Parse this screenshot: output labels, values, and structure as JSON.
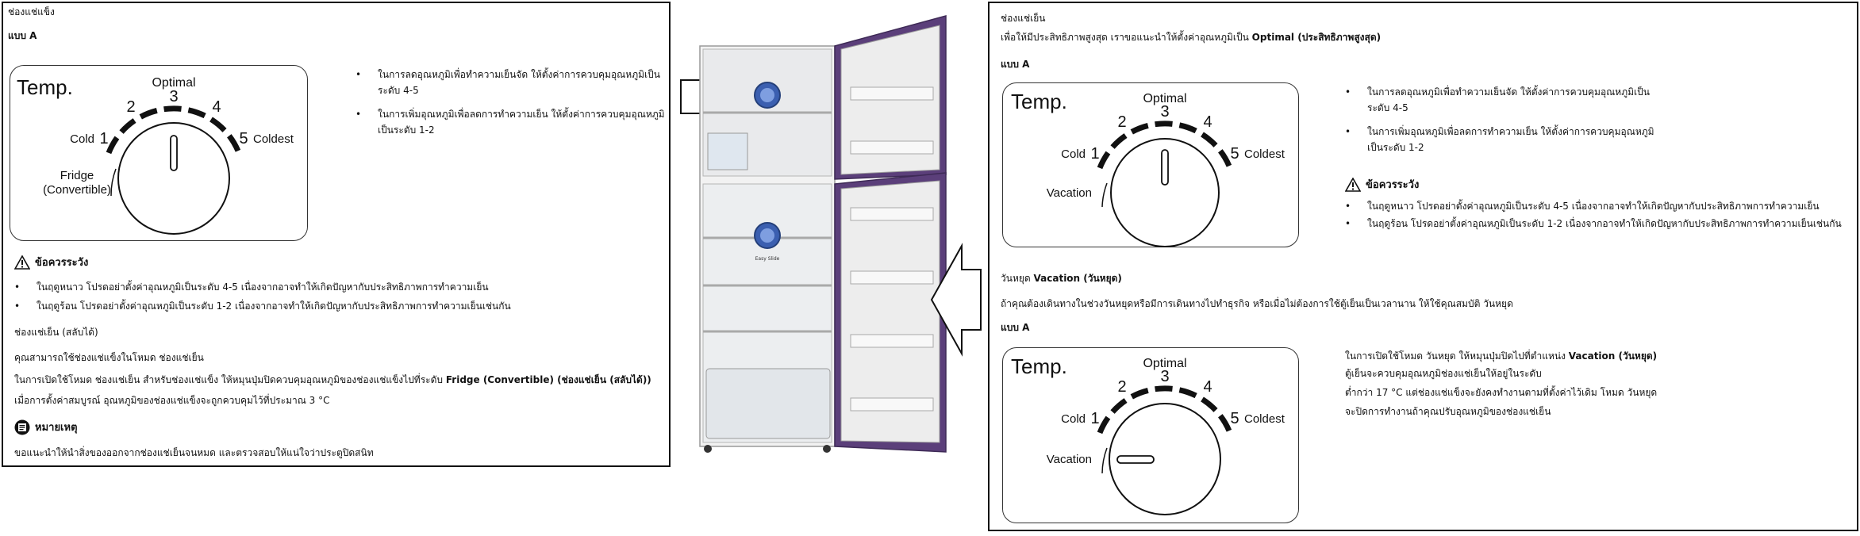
{
  "left": {
    "section_title": "ช่องแช่แข็ง",
    "model_label": "แบบ A",
    "dial": {
      "title": "Temp.",
      "optimal": "Optimal",
      "n1": "1",
      "n2": "2",
      "n3": "3",
      "n4": "4",
      "n5": "5",
      "cold": "Cold",
      "coldest": "Coldest",
      "mode_line1": "Fridge",
      "mode_line2": "(Convertible)"
    },
    "bullets": [
      {
        "line1": "ในการลดอุณหภูมิเพื่อทำความเย็นจัด ให้ตั้งค่าการควบคุมอุณหภูมิเป็น",
        "line2": "ระดับ 4-5"
      },
      {
        "line1": "ในการเพิ่มอุณหภูมิเพื่อลดการทำความเย็น ให้ตั้งค่าการควบคุมอุณหภูมิ",
        "line2": "เป็นระดับ 1-2"
      }
    ],
    "caution_title": "ข้อควรระวัง",
    "caution": [
      "ในฤดูหนาว โปรดอย่าตั้งค่าอุณหภูมิเป็นระดับ 4-5 เนื่องจากอาจทำให้เกิดปัญหากับประสิทธิภาพการทำความเย็น",
      "ในฤดูร้อน โปรดอย่าตั้งค่าอุณหภูมิเป็นระดับ 1-2 เนื่องจากอาจทำให้เกิดปัญหากับประสิทธิภาพการทำความเย็นเช่นกัน"
    ],
    "convertible_title": "ช่องแช่เย็น (สลับได้)",
    "convertible_line1": "คุณสามารถใช้ช่องแช่แข็งในโหมด ช่องแช่เย็น",
    "convertible_line2_a": "ในการเปิดใช้โหมด ช่องแช่เย็น สำหรับช่องแช่แข็ง ให้หมุนปุ่มปิดควบคุมอุณหภูมิของช่องแช่แข็งไปที่ระดับ",
    "convertible_line2_b": "Fridge (Convertible) (ช่องแช่เย็น (สลับได้))",
    "convertible_line3": "เมื่อการตั้งค่าสมบูรณ์ อุณหภูมิของช่องแช่แข็งจะถูกควบคุมไว้ที่ประมาณ 3 °C",
    "note_title": "หมายเหตุ",
    "note_text": "ขอแนะนำให้นำสิ่งของออกจากช่องแช่เย็นจนหมด และตรวจสอบให้แน่ใจว่าประตูปิดสนิท"
  },
  "right": {
    "section_title": "ช่องแช่เย็น",
    "intro_a": "เพื่อให้มีประสิทธิภาพสูงสุด เราขอแนะนำให้ตั้งค่าอุณหภูมิเป็น",
    "intro_b": "Optimal (ประสิทธิภาพสูงสุด)",
    "model_label": "แบบ A",
    "dial": {
      "title": "Temp.",
      "optimal": "Optimal",
      "n1": "1",
      "n2": "2",
      "n3": "3",
      "n4": "4",
      "n5": "5",
      "cold": "Cold",
      "coldest": "Coldest",
      "mode": "Vacation"
    },
    "bullets": [
      {
        "line1": "ในการลดอุณหภูมิเพื่อทำความเย็นจัด ให้ตั้งค่าการควบคุมอุณหภูมิเป็น",
        "line2": "ระดับ 4-5"
      },
      {
        "line1": "ในการเพิ่มอุณหภูมิเพื่อลดการทำความเย็น ให้ตั้งค่าการควบคุมอุณหภูมิ",
        "line2": "เป็นระดับ 1-2"
      }
    ],
    "caution_title": "ข้อควรระวัง",
    "caution": [
      "ในฤดูหนาว โปรดอย่าตั้งค่าอุณหภูมิเป็นระดับ 4-5 เนื่องจากอาจทำให้เกิดปัญหากับประสิทธิภาพการทำความเย็น",
      "ในฤดูร้อน โปรดอย่าตั้งค่าอุณหภูมิเป็นระดับ 1-2 เนื่องจากอาจทำให้เกิดปัญหากับประสิทธิภาพการทำความเย็นเช่นกัน"
    ],
    "vacation_title_a": "วันหยุด",
    "vacation_title_b": "Vacation (วันหยุด)",
    "vacation_intro": "ถ้าคุณต้องเดินทางในช่วงวันหยุดหรือมีการเดินทางไปทำธุรกิจ หรือเมื่อไม่ต้องการใช้ตู้เย็นเป็นเวลานาน ให้ใช้คุณสมบัติ วันหยุด",
    "model_label_2": "แบบ A",
    "dial2": {
      "title": "Temp.",
      "optimal": "Optimal",
      "n1": "1",
      "n2": "2",
      "n3": "3",
      "n4": "4",
      "n5": "5",
      "cold": "Cold",
      "coldest": "Coldest",
      "mode": "Vacation"
    },
    "vacation_desc_1a": "ในการเปิดใช้โหมด วันหยุด ให้หมุนปุ่มปิดไปที่ตำแหน่ง",
    "vacation_desc_1b": "Vacation (วันหยุด)",
    "vacation_desc_2": "ตู้เย็นจะควบคุมอุณหภูมิช่องแช่เย็นให้อยู่ในระดับ",
    "vacation_desc_3": "ต่ำกว่า 17 °C แต่ช่องแช่แข็งจะยังคงทำงานตามที่ตั้งค่าไว้เดิม โหมด วันหยุด",
    "vacation_desc_4": "จะปิดการทำงานถ้าคุณปรับอุณหภูมิของช่องแช่เย็น"
  },
  "fridge": {
    "door_label": "Easy Slide"
  }
}
